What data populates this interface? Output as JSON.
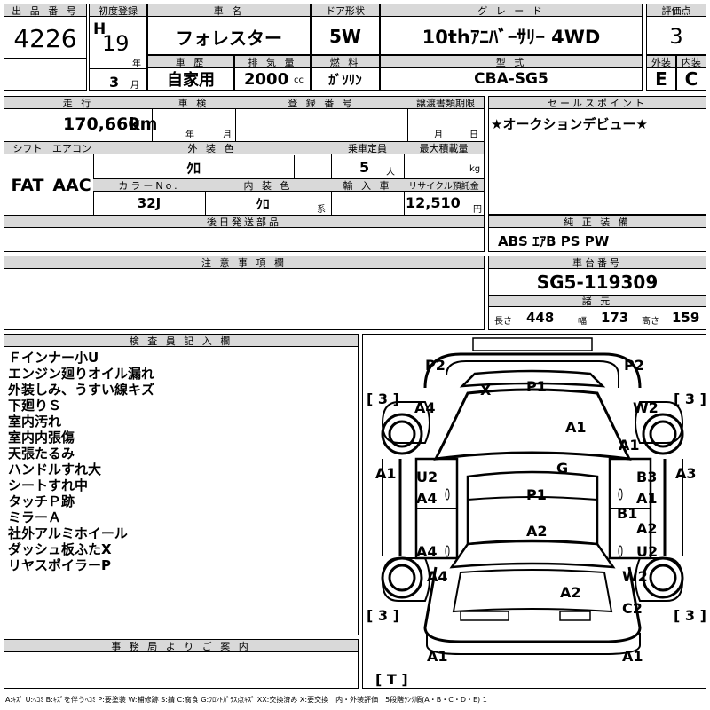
{
  "header": {
    "lot_label": "出 品 番 号",
    "lot_number": "4226",
    "first_reg_label": "初度登録",
    "era": "H",
    "year": "19",
    "year_unit": "年",
    "month": "3",
    "month_unit": "月",
    "name_label": "車 名",
    "name": "フォレスター",
    "door_label": "ドア形状",
    "door": "5W",
    "grade_label": "グ レ ー ド",
    "grade": "10thｱﾆﾊﾞｰｻﾘｰ 4WD",
    "score_label": "評価点",
    "score": "3",
    "history_label": "車 歴",
    "history": "自家用",
    "disp_label": "排 気 量",
    "disp": "2000",
    "disp_unit": "cc",
    "fuel_label": "燃 料",
    "fuel": "ｶﾞｿﾘﾝ",
    "model_label": "型 式",
    "model": "CBA-SG5",
    "ext_label": "外装",
    "ext": "E",
    "int_label": "内装",
    "int": "C"
  },
  "row2": {
    "mileage_label": "走 行",
    "mileage": "170,660",
    "mileage_unit": "km",
    "inspect_label": "車 検",
    "inspect_year": "年",
    "inspect_month": "月",
    "regno_label": "登 録 番 号",
    "transfer_label": "譲渡書類期限",
    "transfer_month": "月",
    "transfer_day": "日",
    "sales_label": "セールスポイント",
    "sales": "★オークションデビュー★",
    "shift_label": "シフト",
    "shift": "FAT",
    "ac_label": "エアコン",
    "ac": "AAC",
    "color_label": "外 装 色",
    "color": "ｸﾛ",
    "seats_label": "乗車定員",
    "seats": "5",
    "seats_unit": "人",
    "load_label": "最大積載量",
    "load_unit": "kg",
    "colorno_label": "カラーNo.",
    "colorno": "32J",
    "intcolor_label": "内 装 色",
    "intcolor": "ｸﾛ",
    "intcolor_unit": "系",
    "import_label": "輸 入 車",
    "recycle_label": "リサイクル預託金",
    "recycle": "12,510",
    "recycle_unit": "円",
    "later_label": "後日発送部品",
    "equip_label": "純 正 装 備",
    "equip": "ABS ｴｱB PS PW"
  },
  "notes_section": {
    "caution_label": "注 意 事 項 欄",
    "chassis_label": "車台番号",
    "chassis": "SG5-119309",
    "dims_label": "諸 元",
    "len_label": "長さ",
    "len": "448",
    "wid_label": "幅",
    "wid": "173",
    "hei_label": "高さ",
    "hei": "159",
    "inspector_label": "検 査 員 記 入 欄",
    "inspector_lines": [
      "Ｆインナー小U",
      "エンジン廻りオイル漏れ",
      "外装しみ、うすい線キズ",
      "下廻りＳ",
      "室内汚れ",
      "室内内張傷",
      "天張たるみ",
      "ハンドルすれ大",
      "シートすれ中",
      "タッチＰ跡",
      "ミラーＡ",
      "社外アルミホイール",
      "ダッシュ板ふたX",
      "リヤスポイラーP"
    ],
    "office_label": "事 務 局 よ り ご 案 内"
  },
  "diagram": {
    "marks": {
      "p2_left": "P2",
      "p2_right": "P2",
      "x": "X",
      "p1_top": "P1",
      "tire_fl": "[ 3 ]",
      "tire_fr": "[ 3 ]",
      "tire_rl": "[ 3 ]",
      "tire_rr": "[ 3 ]",
      "tire_t": "[ T ]",
      "a4_fl": "A4",
      "w2_fr": "W2",
      "a1_hood": "A1",
      "a1_fr": "A1",
      "a1_left": "A1",
      "a3_right": "A3",
      "g": "G",
      "u2_l": "U2",
      "b3_r": "B3",
      "a4_l1": "A4",
      "p1_roof": "P1",
      "a1_r1": "A1",
      "b1": "B1",
      "a2_roof": "A2",
      "a2_r": "A2",
      "a4_l2": "A4",
      "u2_r": "U2",
      "a4_rl": "A4",
      "w2_rr": "W2",
      "a2_trunk": "A2",
      "c2": "C2",
      "a1_bl": "A1",
      "a1_br": "A1"
    }
  },
  "legend": "A:ｷｽﾞ U:ﾍｺﾐ B:ｷｽﾞを伴うﾍｺﾐ P:要塗装 W:補修跡 S:錆 C:腐食 G:ﾌﾛﾝﾄｶﾞﾗｽ点ｷｽﾞ XX:交換済み X:要交換　内・外装評価　5段階ﾗﾝｸ順(A・B・C・D・E) 1"
}
